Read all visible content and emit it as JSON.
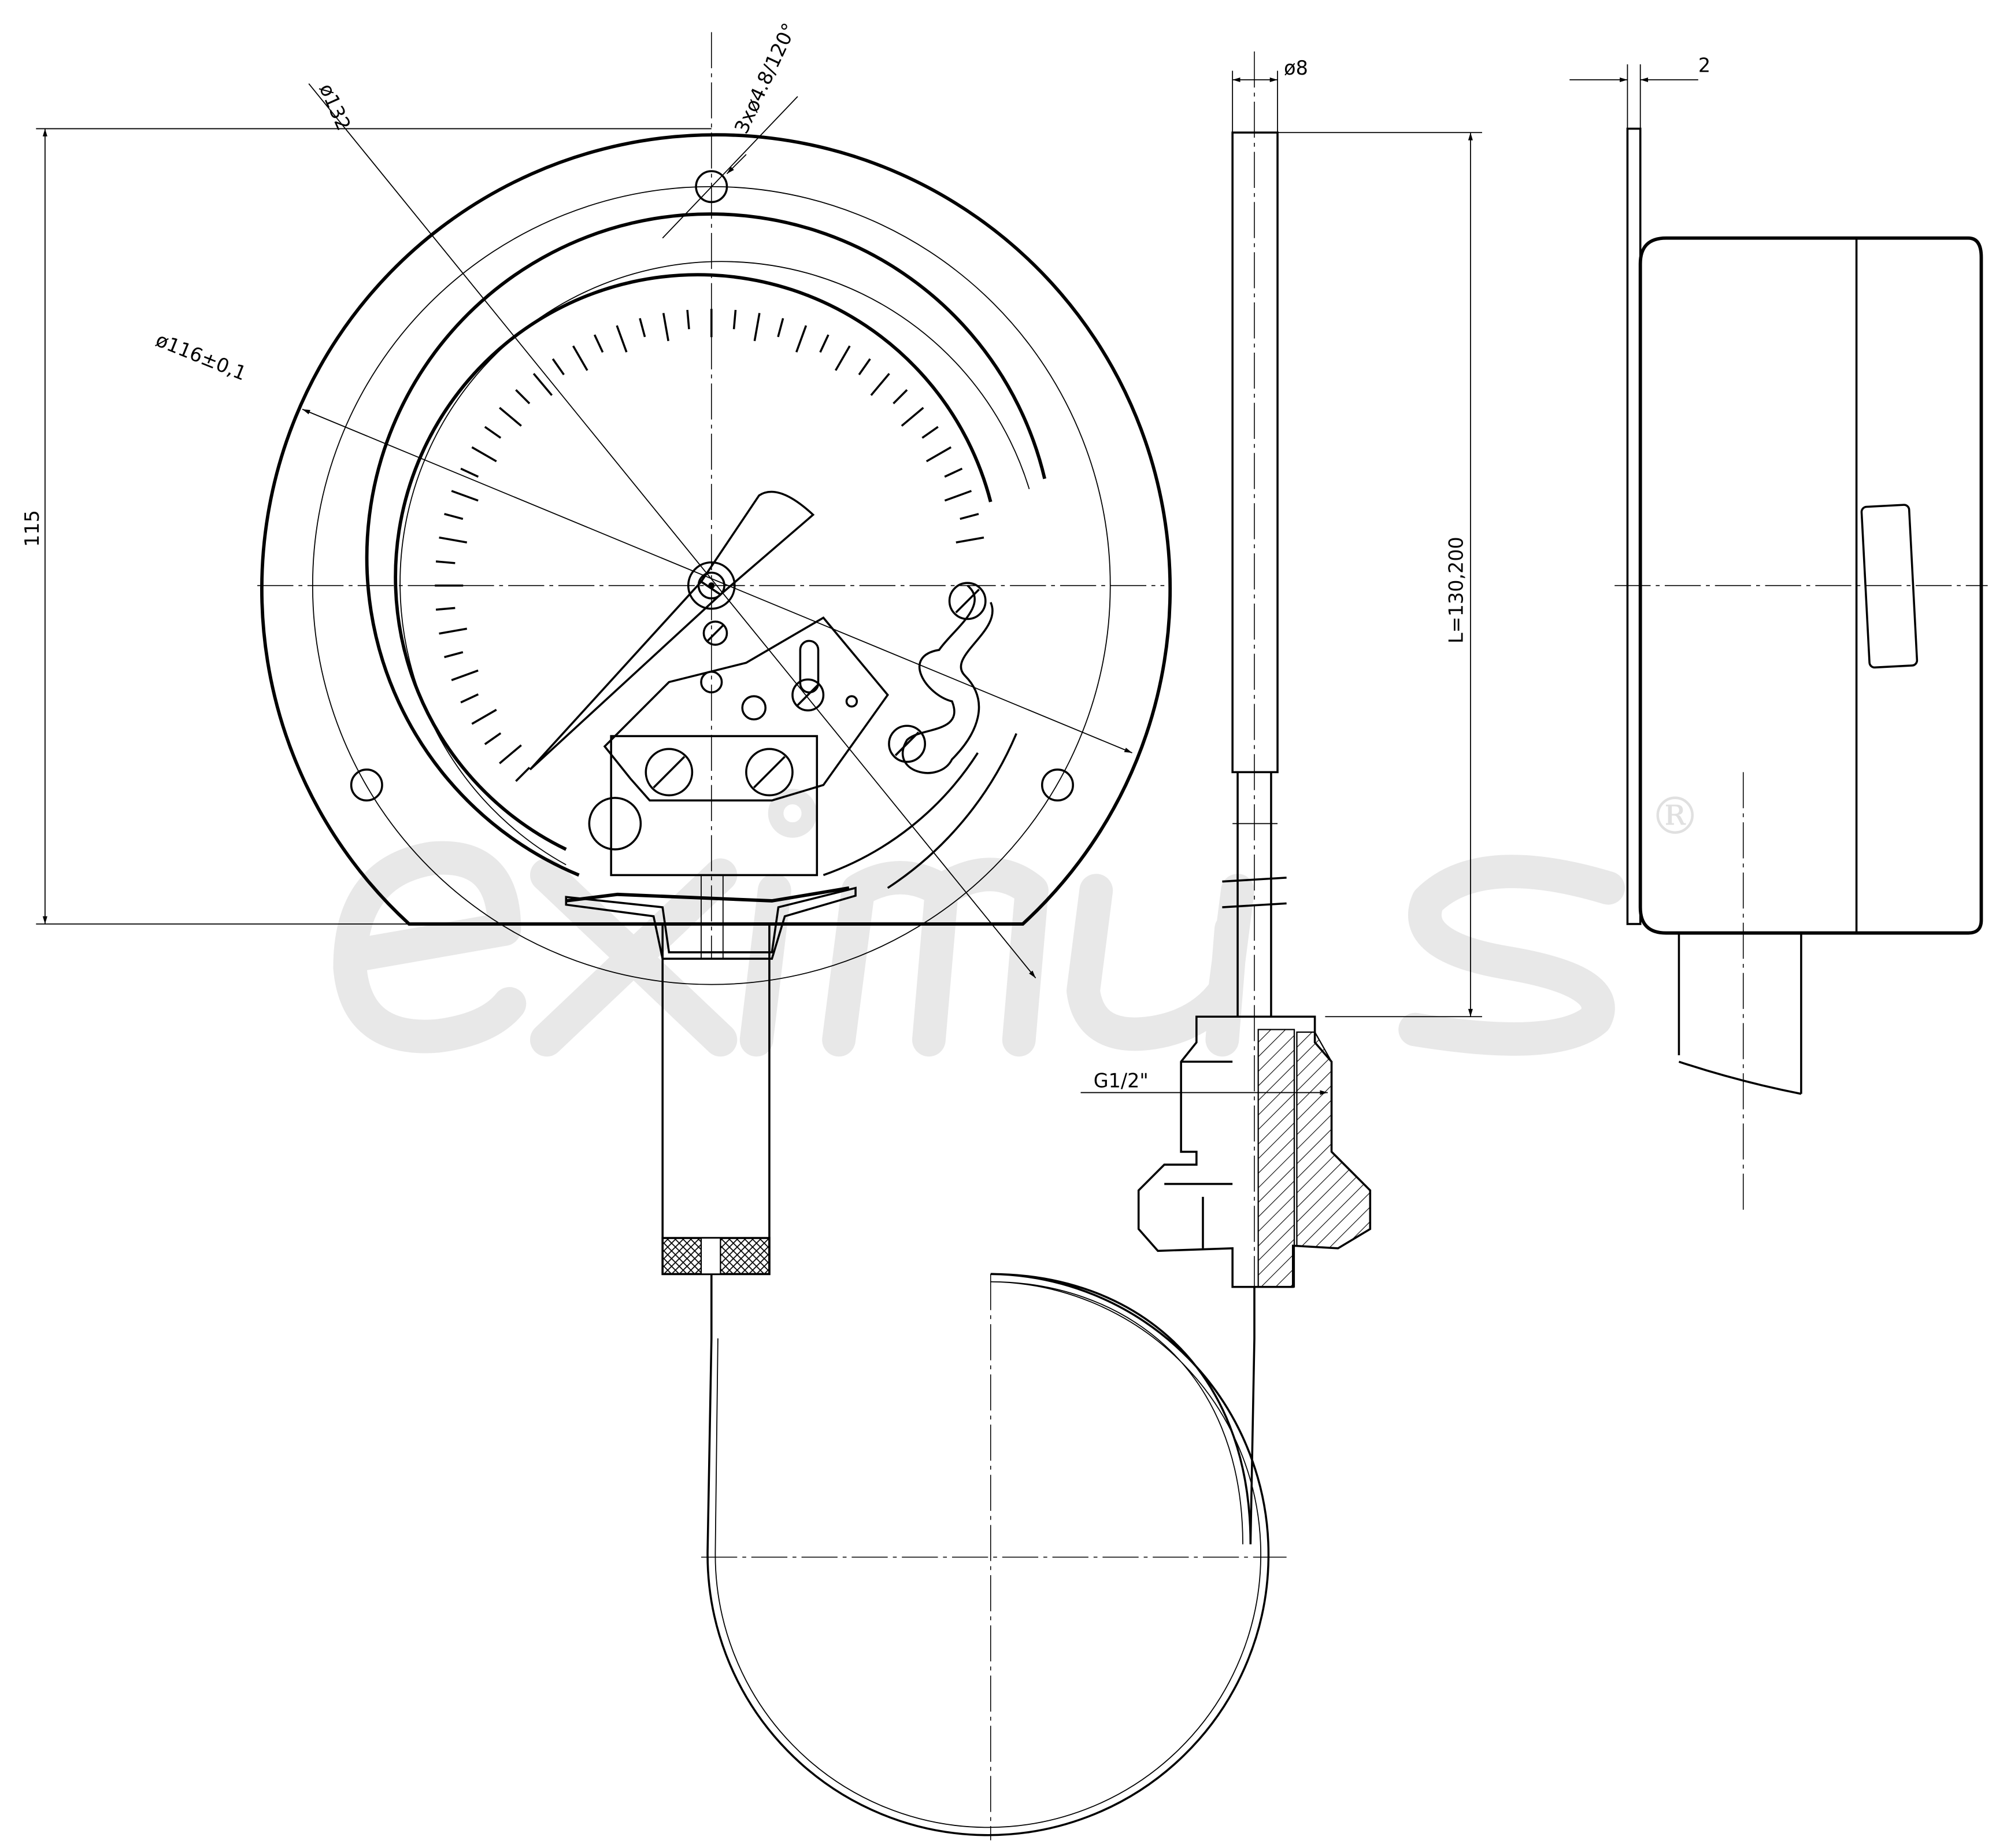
{
  "watermark": {
    "text": "eximus",
    "registered": "®"
  },
  "dimensions": {
    "outer_diameter": "ø132",
    "mounting_holes": "3xø4.8/120°",
    "bezel_diameter": "ø116±0,1",
    "height": "115",
    "stem_diameter": "ø8",
    "flange_thickness": "2",
    "stem_length": "L=130,200",
    "thread": "G1/2\""
  },
  "colors": {
    "line": "#000000",
    "watermark": "#e8e8e8"
  }
}
